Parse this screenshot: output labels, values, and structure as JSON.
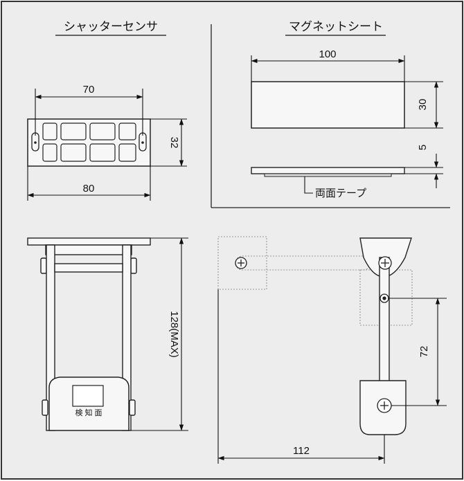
{
  "sections": {
    "shutter_sensor": "シャッターセンサ",
    "magnet_sheet": "マグネットシート"
  },
  "dimensions": {
    "sensor_hole_pitch": "70",
    "sensor_height": "32",
    "sensor_width": "80",
    "magnet_width": "100",
    "magnet_height": "30",
    "magnet_thickness": "5",
    "bracket_height": "128(MAX)",
    "bracket_vertical": "72",
    "bracket_reach": "112"
  },
  "labels": {
    "double_sided_tape": "両面テープ",
    "sensing_face": "検 知 面"
  },
  "colors": {
    "background": "#ededed",
    "outline": "#222222",
    "part_fill": "#f7f7f7",
    "ghost": "#999999"
  }
}
